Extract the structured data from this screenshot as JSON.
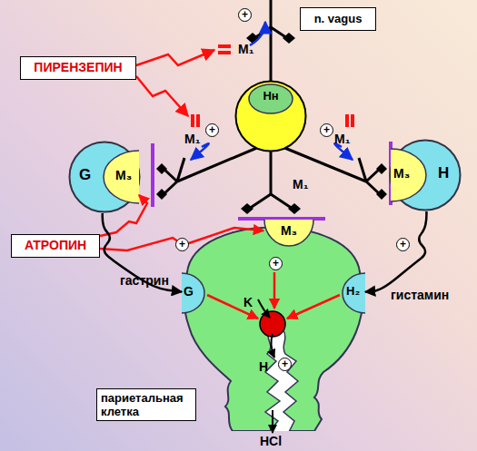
{
  "diagram": {
    "nodes": [
      {
        "text": [
          "n. vagus"
        ]
      },
      {
        "text": [
          "ПИРЕНЗЕПИН"
        ]
      },
      {
        "text": [
          "Hн"
        ]
      },
      {
        "text": [
          "G"
        ]
      },
      {
        "text": [
          "M₃"
        ],
        "in": 3
      },
      {
        "text": [
          "H"
        ]
      },
      {
        "text": [
          "M₃"
        ],
        "in": 5
      },
      {
        "text": [
          "АТРОПИН"
        ]
      },
      {
        "text": [
          "париетальная клетка"
        ]
      },
      {
        "text": [
          "M₃"
        ],
        "in": 8
      },
      {
        "text": [
          "G"
        ],
        "in": 8
      },
      {
        "text": [
          "H₂"
        ],
        "in": 8
      }
    ],
    "edges": [
      {
        "from": 7,
        "to": 4,
        "arrow": "to"
      },
      {
        "from": 7,
        "to": 9,
        "arrow": "to"
      },
      {
        "from": 3,
        "to": 10,
        "label": "гастрин",
        "arrow": "to"
      },
      {
        "from": 5,
        "to": 11,
        "label": "гистамин",
        "arrow": "to"
      }
    ],
    "labels": [
      "M₁",
      "M₁",
      "M₁",
      "M₁",
      "+",
      "+",
      "+",
      "+",
      "+",
      "+",
      "+",
      "K",
      "H",
      "HCl"
    ]
  }
}
